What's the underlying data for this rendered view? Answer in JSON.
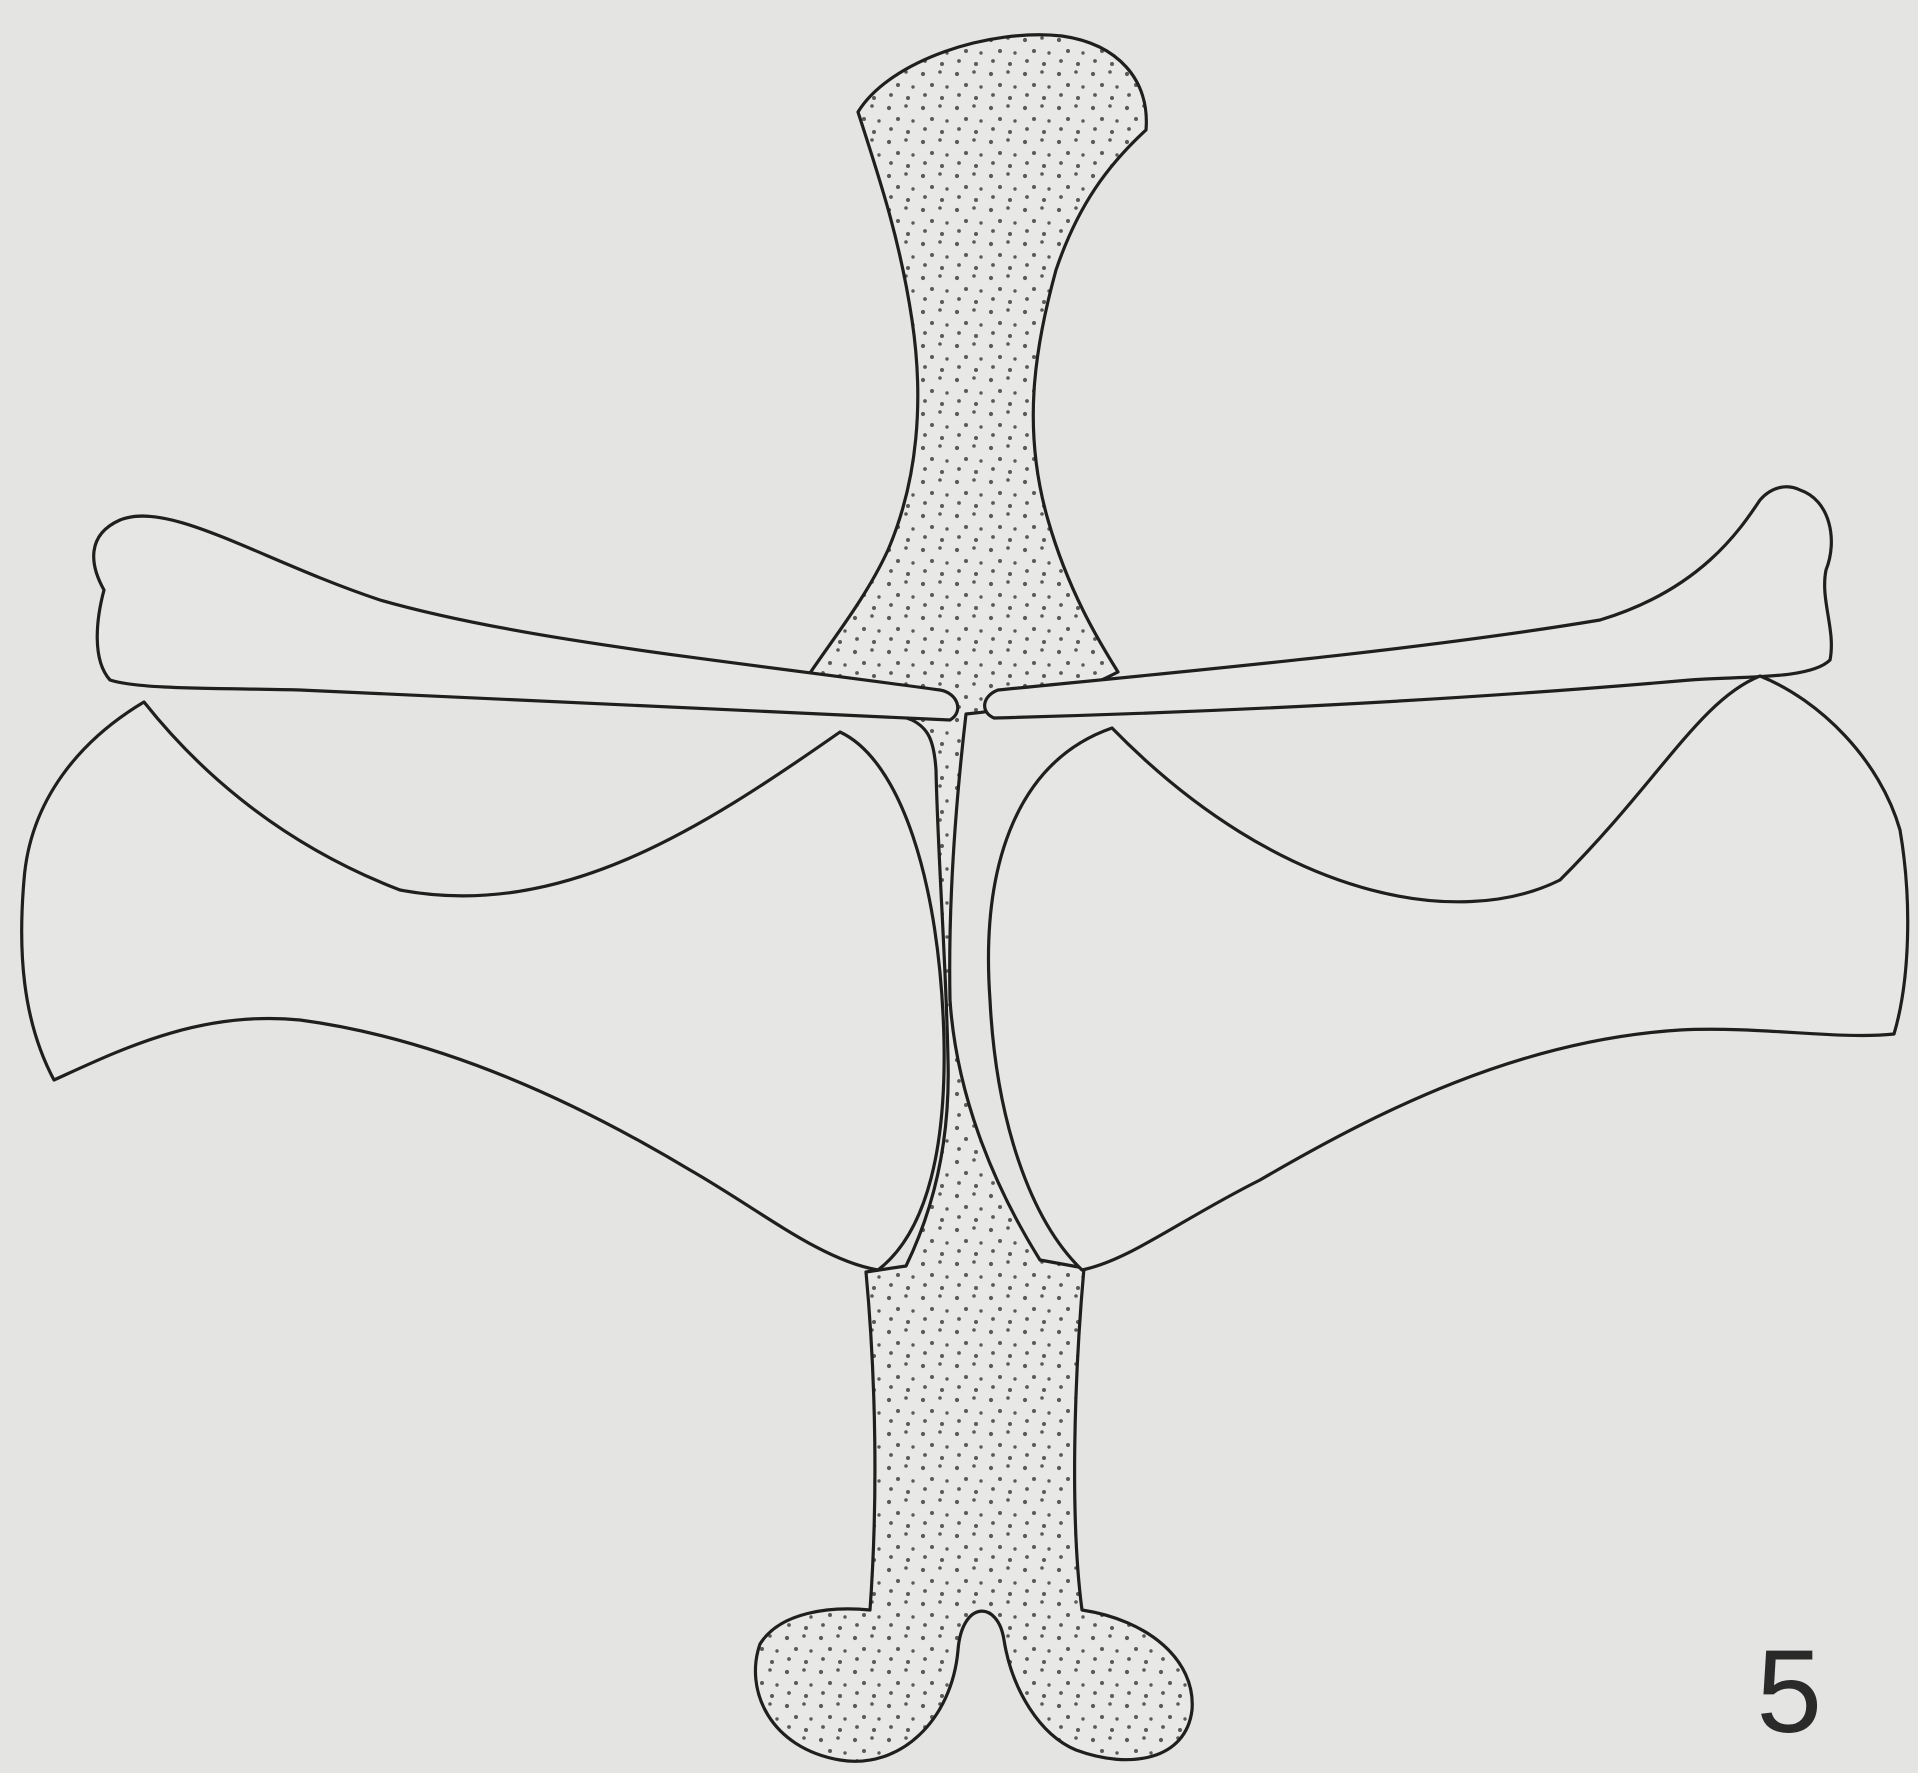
{
  "figure": {
    "number": "5",
    "colors": {
      "background": "#e4e5e3",
      "line": "#1f1f1f",
      "stipple_dot": "#5a5a5a"
    },
    "parts": [
      "sternum-stippled",
      "left-clavicle",
      "right-clavicle",
      "left-scapula-plate",
      "right-scapula-plate"
    ]
  }
}
